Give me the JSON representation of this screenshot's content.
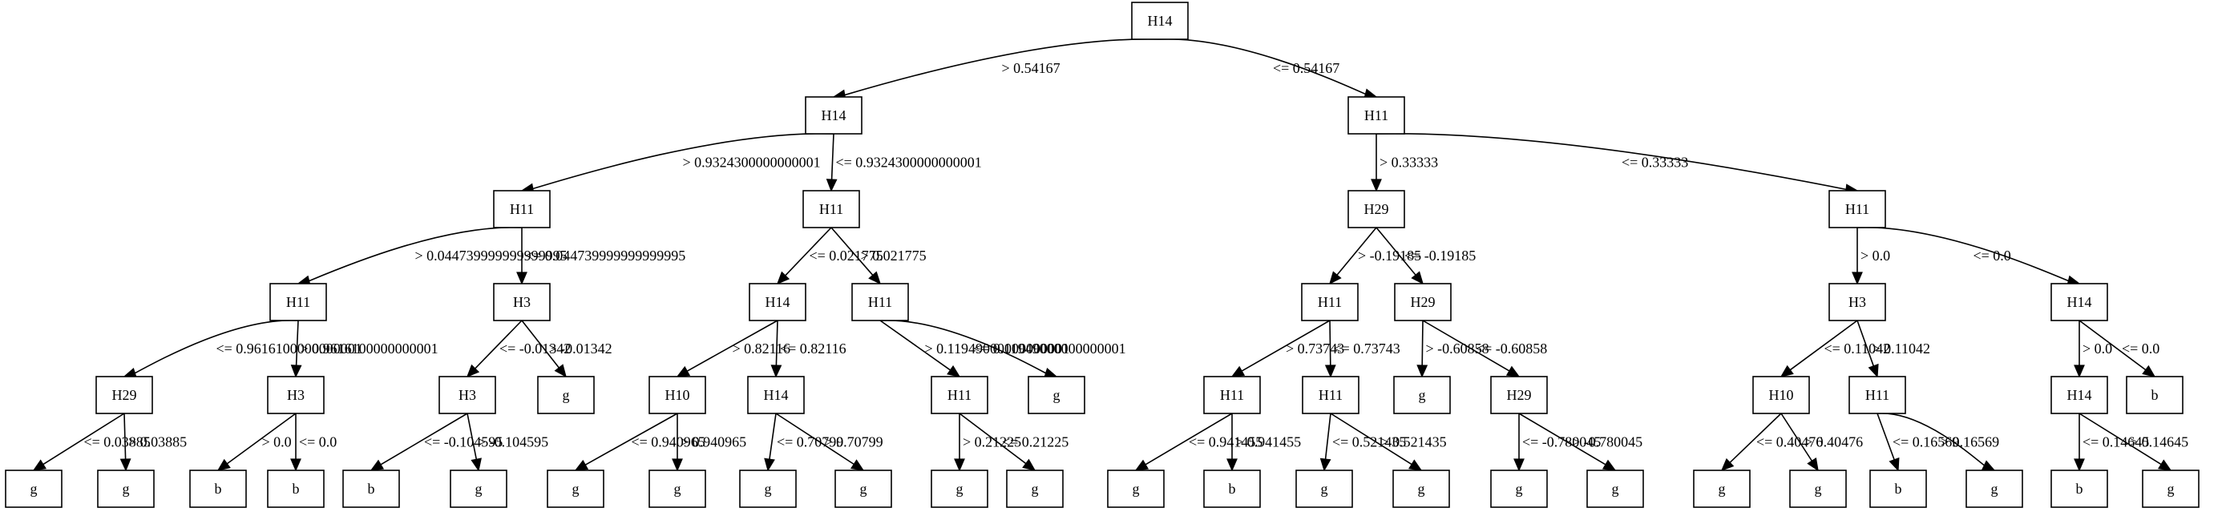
{
  "nodes": [
    {
      "id": "n0",
      "label": "H14"
    },
    {
      "id": "n1",
      "label": "H14"
    },
    {
      "id": "n2",
      "label": "H11"
    },
    {
      "id": "n3",
      "label": "H11"
    },
    {
      "id": "n4",
      "label": "H11"
    },
    {
      "id": "n5",
      "label": "H29"
    },
    {
      "id": "n6",
      "label": "H11"
    },
    {
      "id": "n7",
      "label": "H11"
    },
    {
      "id": "n8",
      "label": "H3"
    },
    {
      "id": "n9",
      "label": "H14"
    },
    {
      "id": "n10",
      "label": "H11"
    },
    {
      "id": "n11",
      "label": "H11"
    },
    {
      "id": "n12",
      "label": "H29"
    },
    {
      "id": "n13",
      "label": "H3"
    },
    {
      "id": "n14",
      "label": "H14"
    },
    {
      "id": "n15",
      "label": "H29"
    },
    {
      "id": "n16",
      "label": "H3"
    },
    {
      "id": "n17",
      "label": "H3"
    },
    {
      "id": "n18",
      "label": "g"
    },
    {
      "id": "n19",
      "label": "H10"
    },
    {
      "id": "n20",
      "label": "H14"
    },
    {
      "id": "n21",
      "label": "H11"
    },
    {
      "id": "n22",
      "label": "g"
    },
    {
      "id": "n23",
      "label": "H11"
    },
    {
      "id": "n24",
      "label": "H11"
    },
    {
      "id": "n25",
      "label": "g"
    },
    {
      "id": "n26",
      "label": "H29"
    },
    {
      "id": "n27",
      "label": "H10"
    },
    {
      "id": "n28",
      "label": "H11"
    },
    {
      "id": "n29",
      "label": "H14"
    },
    {
      "id": "n30",
      "label": "b"
    },
    {
      "id": "n31",
      "label": "g"
    },
    {
      "id": "n32",
      "label": "g"
    },
    {
      "id": "n33",
      "label": "b"
    },
    {
      "id": "n34",
      "label": "b"
    },
    {
      "id": "n35",
      "label": "b"
    },
    {
      "id": "n36",
      "label": "g"
    },
    {
      "id": "n37",
      "label": "g"
    },
    {
      "id": "n38",
      "label": "g"
    },
    {
      "id": "n39",
      "label": "g"
    },
    {
      "id": "n40",
      "label": "g"
    },
    {
      "id": "n41",
      "label": "g"
    },
    {
      "id": "n42",
      "label": "g"
    },
    {
      "id": "n43",
      "label": "g"
    },
    {
      "id": "n44",
      "label": "b"
    },
    {
      "id": "n45",
      "label": "g"
    },
    {
      "id": "n46",
      "label": "g"
    },
    {
      "id": "n47",
      "label": "g"
    },
    {
      "id": "n48",
      "label": "g"
    },
    {
      "id": "n49",
      "label": "g"
    },
    {
      "id": "n50",
      "label": "g"
    },
    {
      "id": "n51",
      "label": "b"
    },
    {
      "id": "n52",
      "label": "g"
    },
    {
      "id": "n53",
      "label": "b"
    },
    {
      "id": "n54",
      "label": "g"
    }
  ],
  "edges": [
    {
      "from": "n0",
      "to": "n1",
      "label": "> 0.54167"
    },
    {
      "from": "n0",
      "to": "n2",
      "label": "<= 0.54167"
    },
    {
      "from": "n1",
      "to": "n3",
      "label": "> 0.9324300000000001"
    },
    {
      "from": "n1",
      "to": "n4",
      "label": "<= 0.9324300000000001"
    },
    {
      "from": "n2",
      "to": "n5",
      "label": "> 0.33333"
    },
    {
      "from": "n2",
      "to": "n6",
      "label": "<= 0.33333"
    },
    {
      "from": "n3",
      "to": "n7",
      "label": "> 0.044739999999999995"
    },
    {
      "from": "n3",
      "to": "n8",
      "label": "<= 0.044739999999999995"
    },
    {
      "from": "n4",
      "to": "n9",
      "label": "<= 0.021775"
    },
    {
      "from": "n4",
      "to": "n10",
      "label": "> 0.021775"
    },
    {
      "from": "n5",
      "to": "n11",
      "label": "> -0.19185"
    },
    {
      "from": "n5",
      "to": "n12",
      "label": "<= -0.19185"
    },
    {
      "from": "n6",
      "to": "n13",
      "label": "> 0.0"
    },
    {
      "from": "n6",
      "to": "n14",
      "label": "<= 0.0"
    },
    {
      "from": "n7",
      "to": "n15",
      "label": "<= 0.9616100000000001"
    },
    {
      "from": "n7",
      "to": "n16",
      "label": "> 0.9616100000000001"
    },
    {
      "from": "n8",
      "to": "n17",
      "label": "<= -0.01342"
    },
    {
      "from": "n8",
      "to": "n18",
      "label": "> -0.01342"
    },
    {
      "from": "n9",
      "to": "n19",
      "label": "> 0.82116"
    },
    {
      "from": "n9",
      "to": "n20",
      "label": "<= 0.82116"
    },
    {
      "from": "n10",
      "to": "n21",
      "label": "> 0.11949000000000001"
    },
    {
      "from": "n10",
      "to": "n22",
      "label": "<= 0.11949000000000001"
    },
    {
      "from": "n11",
      "to": "n23",
      "label": "> 0.73743"
    },
    {
      "from": "n11",
      "to": "n24",
      "label": "<= 0.73743"
    },
    {
      "from": "n12",
      "to": "n25",
      "label": "> -0.60858"
    },
    {
      "from": "n12",
      "to": "n26",
      "label": "<= -0.60858"
    },
    {
      "from": "n13",
      "to": "n27",
      "label": "<= 0.11042"
    },
    {
      "from": "n13",
      "to": "n28",
      "label": "> 0.11042"
    },
    {
      "from": "n14",
      "to": "n29",
      "label": "> 0.0"
    },
    {
      "from": "n14",
      "to": "n30",
      "label": "<= 0.0"
    },
    {
      "from": "n15",
      "to": "n31",
      "label": "<= 0.03885"
    },
    {
      "from": "n15",
      "to": "n32",
      "label": "> 0.03885"
    },
    {
      "from": "n16",
      "to": "n33",
      "label": "> 0.0"
    },
    {
      "from": "n16",
      "to": "n34",
      "label": "<= 0.0"
    },
    {
      "from": "n17",
      "to": "n35",
      "label": "<= -0.104595"
    },
    {
      "from": "n17",
      "to": "n36",
      "label": "> -0.104595"
    },
    {
      "from": "n19",
      "to": "n37",
      "label": "<= 0.940965"
    },
    {
      "from": "n19",
      "to": "n38",
      "label": "> 0.940965"
    },
    {
      "from": "n20",
      "to": "n39",
      "label": "<= 0.70799"
    },
    {
      "from": "n20",
      "to": "n40",
      "label": "> 0.70799"
    },
    {
      "from": "n21",
      "to": "n41",
      "label": "> 0.21225"
    },
    {
      "from": "n21",
      "to": "n42",
      "label": "<= 0.21225"
    },
    {
      "from": "n23",
      "to": "n43",
      "label": "<= 0.941455"
    },
    {
      "from": "n23",
      "to": "n44",
      "label": "> 0.941455"
    },
    {
      "from": "n24",
      "to": "n45",
      "label": "<= 0.521435"
    },
    {
      "from": "n24",
      "to": "n46",
      "label": "> 0.521435"
    },
    {
      "from": "n26",
      "to": "n47",
      "label": "<= -0.780045"
    },
    {
      "from": "n26",
      "to": "n48",
      "label": "> -0.780045"
    },
    {
      "from": "n27",
      "to": "n49",
      "label": "<= 0.40476"
    },
    {
      "from": "n27",
      "to": "n50",
      "label": "> 0.40476"
    },
    {
      "from": "n28",
      "to": "n51",
      "label": "<= 0.16569"
    },
    {
      "from": "n28",
      "to": "n52",
      "label": "> 0.16569"
    },
    {
      "from": "n29",
      "to": "n53",
      "label": "<= 0.14645"
    },
    {
      "from": "n29",
      "to": "n54",
      "label": "> 0.14645"
    }
  ]
}
